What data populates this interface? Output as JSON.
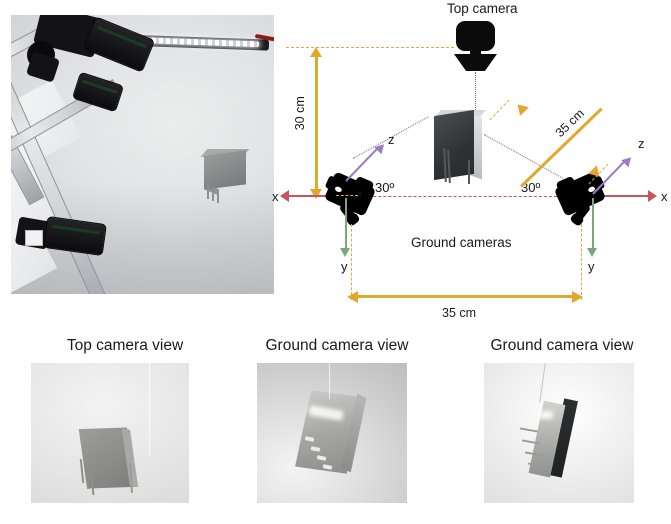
{
  "figure": {
    "type": "experimental-setup-diagram",
    "title_present": false
  },
  "photo": {
    "name": "laboratory-setup-photograph",
    "description": "Three cameras mounted on an aluminium rail frame with an LED light bar, imaging a metal bracket part against a light grey backdrop"
  },
  "diagram": {
    "top_camera_label": "Top camera",
    "ground_cameras_label": "Ground cameras",
    "vertical_distance": "30 cm",
    "diagonal_distance": "35 cm",
    "baseline_distance": "35 cm",
    "left_angle": "30º",
    "right_angle": "30º",
    "axes": {
      "left": {
        "x": "x",
        "y": "y",
        "z": "z"
      },
      "right": {
        "x": "x",
        "y": "y",
        "z": "z"
      }
    },
    "colors": {
      "x_axis": "#c4565c",
      "y_axis": "#7aa87a",
      "z_axis": "#9b7cc4",
      "dimension": "#e0a92e",
      "guide_dash": "#e8a838",
      "sight_line": "#6e6e6e",
      "camera_body": "#000000"
    }
  },
  "views": [
    {
      "caption": "Top camera view",
      "name": "top-camera-view"
    },
    {
      "caption": "Ground camera view",
      "name": "ground-camera-view-left"
    },
    {
      "caption": "Ground camera view",
      "name": "ground-camera-view-right"
    }
  ]
}
